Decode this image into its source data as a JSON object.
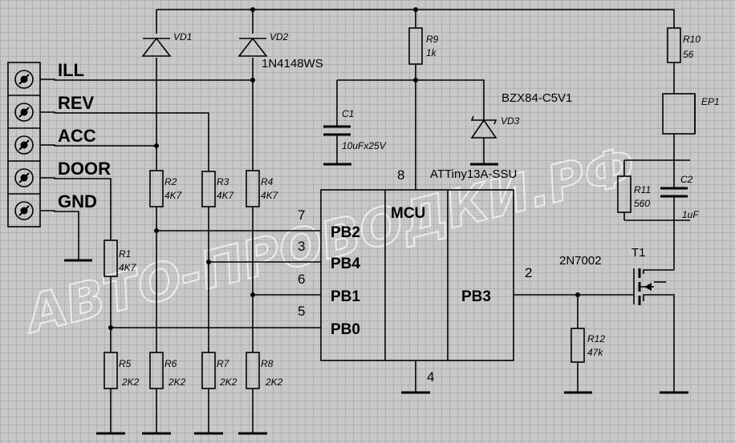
{
  "connector": {
    "pins": [
      "ILL",
      "REV",
      "ACC",
      "DOOR",
      "GND"
    ]
  },
  "components": {
    "vd1": {
      "ref": "VD1"
    },
    "vd2": {
      "ref": "VD2",
      "value": "1N4148WS"
    },
    "vd3": {
      "ref": "VD3",
      "value": "BZX84-C5V1"
    },
    "r1": {
      "ref": "R1",
      "value": "4K7"
    },
    "r2": {
      "ref": "R2",
      "value": "4K7"
    },
    "r3": {
      "ref": "R3",
      "value": "4K7"
    },
    "r4": {
      "ref": "R4",
      "value": "4K7"
    },
    "r5": {
      "ref": "R5",
      "value": "2K2"
    },
    "r6": {
      "ref": "R6",
      "value": "2K2"
    },
    "r7": {
      "ref": "R7",
      "value": "2K2"
    },
    "r8": {
      "ref": "R8",
      "value": "2K2"
    },
    "r9": {
      "ref": "R9",
      "value": "1k"
    },
    "r10": {
      "ref": "R10",
      "value": "56"
    },
    "r11": {
      "ref": "R11",
      "value": "560"
    },
    "r12": {
      "ref": "R12",
      "value": "47k"
    },
    "c1": {
      "ref": "C1",
      "value": "10uFx25V"
    },
    "c2": {
      "ref": "C2",
      "value": "1uF"
    },
    "ep1": {
      "ref": "EP1"
    },
    "t1": {
      "ref": "T1",
      "value": "2N7002"
    }
  },
  "mcu": {
    "part": "ATTiny13A-SSU",
    "title": "MCU",
    "pins_left": [
      {
        "num": "7",
        "name": "PB2"
      },
      {
        "num": "3",
        "name": "PB4"
      },
      {
        "num": "6",
        "name": "PB1"
      },
      {
        "num": "5",
        "name": "PB0"
      }
    ],
    "pin_right": {
      "num": "2",
      "name": "PB3"
    },
    "pin_top": "8",
    "pin_bottom": "4"
  },
  "watermark": "АВТО-ПРОВОДКИ.РФ"
}
